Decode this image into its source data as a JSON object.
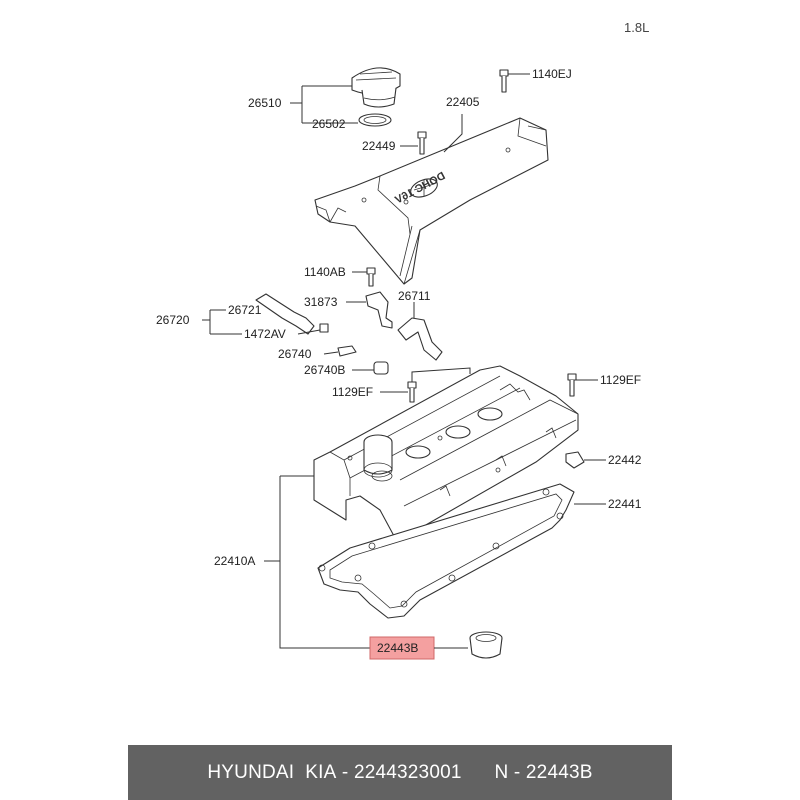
{
  "edition": "1.8L",
  "callouts": {
    "p26510": "26510",
    "p26502": "26502",
    "p1140EJ": "1140EJ",
    "p22405": "22405",
    "p22449": "22449",
    "p1140AB": "1140AB",
    "p31873": "31873",
    "p26711": "26711",
    "p26720": "26720",
    "p26721": "26721",
    "p1472AV": "1472AV",
    "p26740": "26740",
    "p26740B": "26740B",
    "p1129EF_left": "1129EF",
    "p1129EF_right": "1129EF",
    "p22442": "22442",
    "p22441": "22441",
    "p22410A": "22410A",
    "p22443B": "22443B"
  },
  "highlight": {
    "part": "22443B",
    "color": "#f4a0a0"
  },
  "cover_logo_text": "DOHC 16V",
  "footer": {
    "brand": "HYUNDAI  KIA",
    "separator": " - ",
    "part_number": "2244323001",
    "n_label": "N - 22443B"
  },
  "colors": {
    "footer_bg": "#626262",
    "footer_text": "#ffffff",
    "line": "#333333"
  }
}
